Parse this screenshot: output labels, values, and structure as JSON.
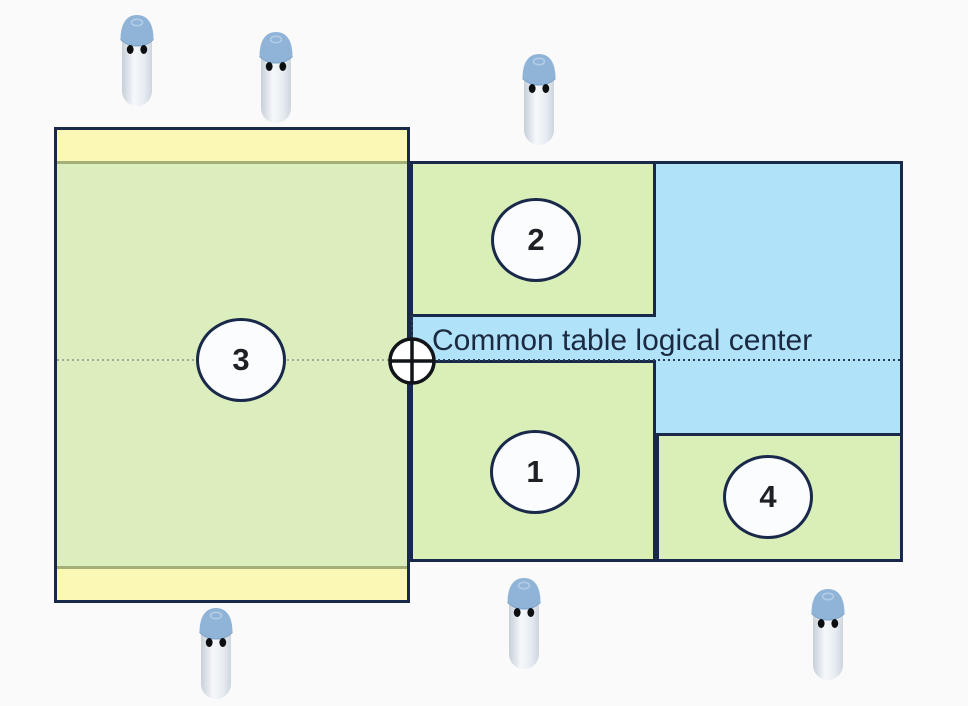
{
  "scene": {
    "center_label": "Common table logical center",
    "seats": [
      {
        "label": "1"
      },
      {
        "label": "2"
      },
      {
        "label": "3"
      },
      {
        "label": "4"
      }
    ],
    "pawns": [
      {
        "position": "top-left-outer"
      },
      {
        "position": "top-left-inner"
      },
      {
        "position": "top-middle"
      },
      {
        "position": "bottom-left"
      },
      {
        "position": "bottom-middle"
      },
      {
        "position": "bottom-right"
      }
    ],
    "colors": {
      "background": "#fafafa",
      "border_navy": "#19294a",
      "seat_zone_green": "#daeeb8",
      "table_green": "#dceebd",
      "hand_zone_yellow": "#fbf7b4",
      "hand_divider_olive": "#a3af76",
      "common_area_blue": "#b0e2fa",
      "pawn_cap_blue": "#90b4d8",
      "label_text": "#1b2a40"
    }
  }
}
